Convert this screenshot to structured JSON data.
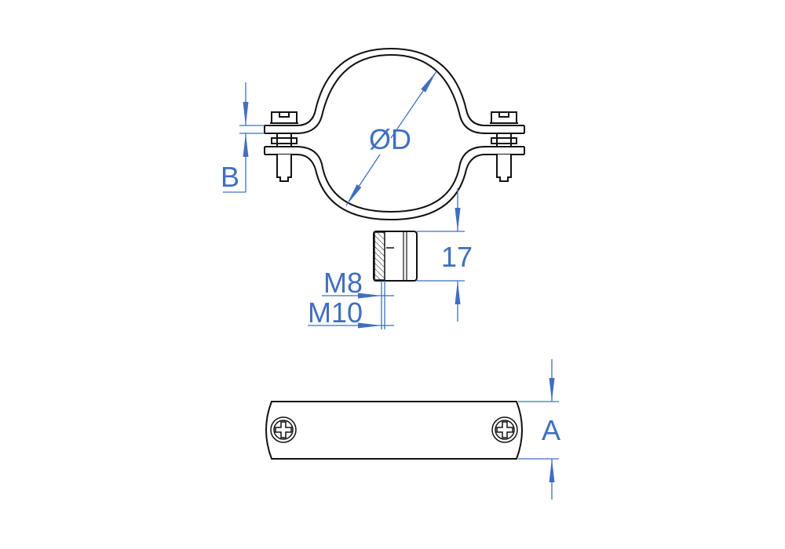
{
  "drawing": {
    "labels": {
      "diameter": "ØD",
      "height_b": "B",
      "nut_height": "17",
      "thread_small": "M8",
      "thread_large": "M10",
      "width_a": "A"
    },
    "colors": {
      "dimension": "#3f6fbf",
      "outline": "#111111"
    }
  }
}
